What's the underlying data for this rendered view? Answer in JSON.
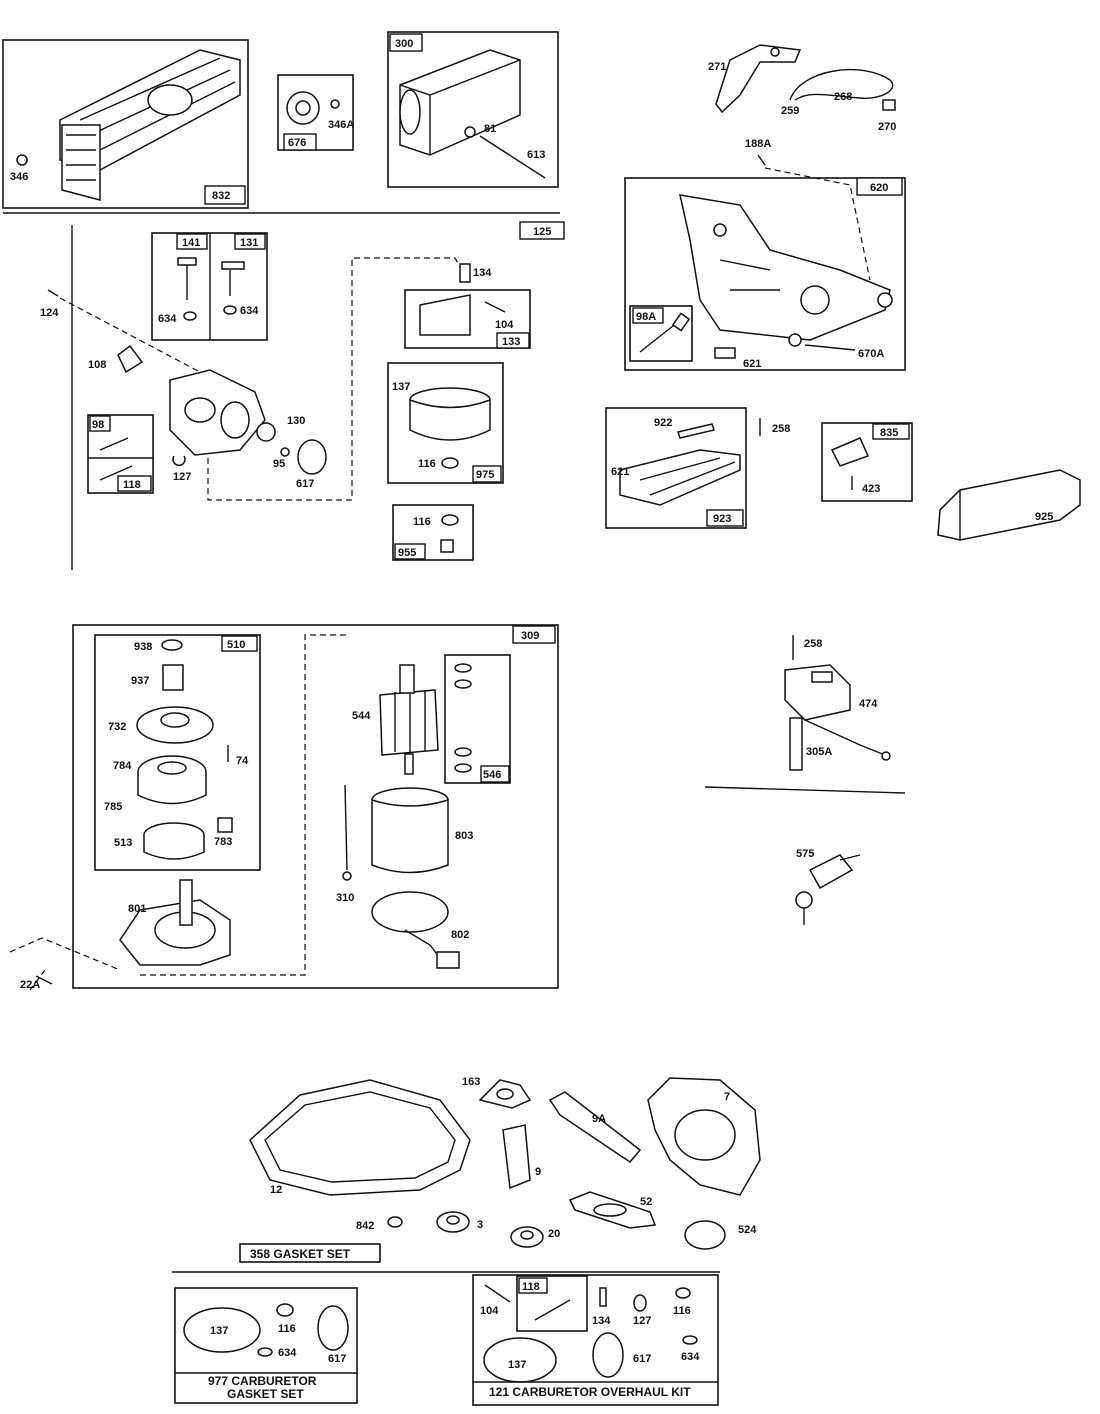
{
  "labels": {
    "l346": "346",
    "l832": "832",
    "l346A": "346A",
    "l676": "676",
    "l300": "300",
    "l81": "81",
    "l613": "613",
    "l271": "271",
    "l259": "259",
    "l268": "268",
    "l270": "270",
    "l188A": "188A",
    "l620": "620",
    "l125": "125",
    "l141": "141",
    "l131": "131",
    "l634a": "634",
    "l634b": "634",
    "l124": "124",
    "l108": "108",
    "l98": "98",
    "l118a": "118",
    "l127a": "127",
    "l130": "130",
    "l95": "95",
    "l617a": "617",
    "l134a": "134",
    "l104a": "104",
    "l133": "133",
    "l137a": "137",
    "l116a": "116",
    "l975": "975",
    "l116b": "116",
    "l955": "955",
    "l98A": "98A",
    "l621a": "621",
    "l670A": "670A",
    "l922": "922",
    "l258a": "258",
    "l621b": "621",
    "l923": "923",
    "l835": "835",
    "l423": "423",
    "l925": "925",
    "l309": "309",
    "l510": "510",
    "l938": "938",
    "l937": "937",
    "l732": "732",
    "l74": "74",
    "l784": "784",
    "l785": "785",
    "l513": "513",
    "l783": "783",
    "l801": "801",
    "l22A": "22A",
    "l544": "544",
    "l546": "546",
    "l803": "803",
    "l310": "310",
    "l802": "802",
    "l258b": "258",
    "l474": "474",
    "l305A": "305A",
    "l575": "575",
    "l163": "163",
    "l7": "7",
    "l9A": "9A",
    "l12": "12",
    "l9": "9",
    "l52": "52",
    "l842": "842",
    "l3": "3",
    "l20": "20",
    "l524": "524",
    "l137b": "137",
    "l116c": "116",
    "l634c": "634",
    "l617b": "617",
    "l104b": "104",
    "l118b": "118",
    "l134b": "134",
    "l127b": "127",
    "l116d": "116",
    "l137c": "137",
    "l617c": "617",
    "l634d": "634"
  },
  "kits": {
    "gasket_set": "358 GASKET SET",
    "carb_gasket_line1": "977 CARBURETOR",
    "carb_gasket_line2": "GASKET SET",
    "carb_overhaul": "121 CARBURETOR OVERHAUL KIT"
  }
}
